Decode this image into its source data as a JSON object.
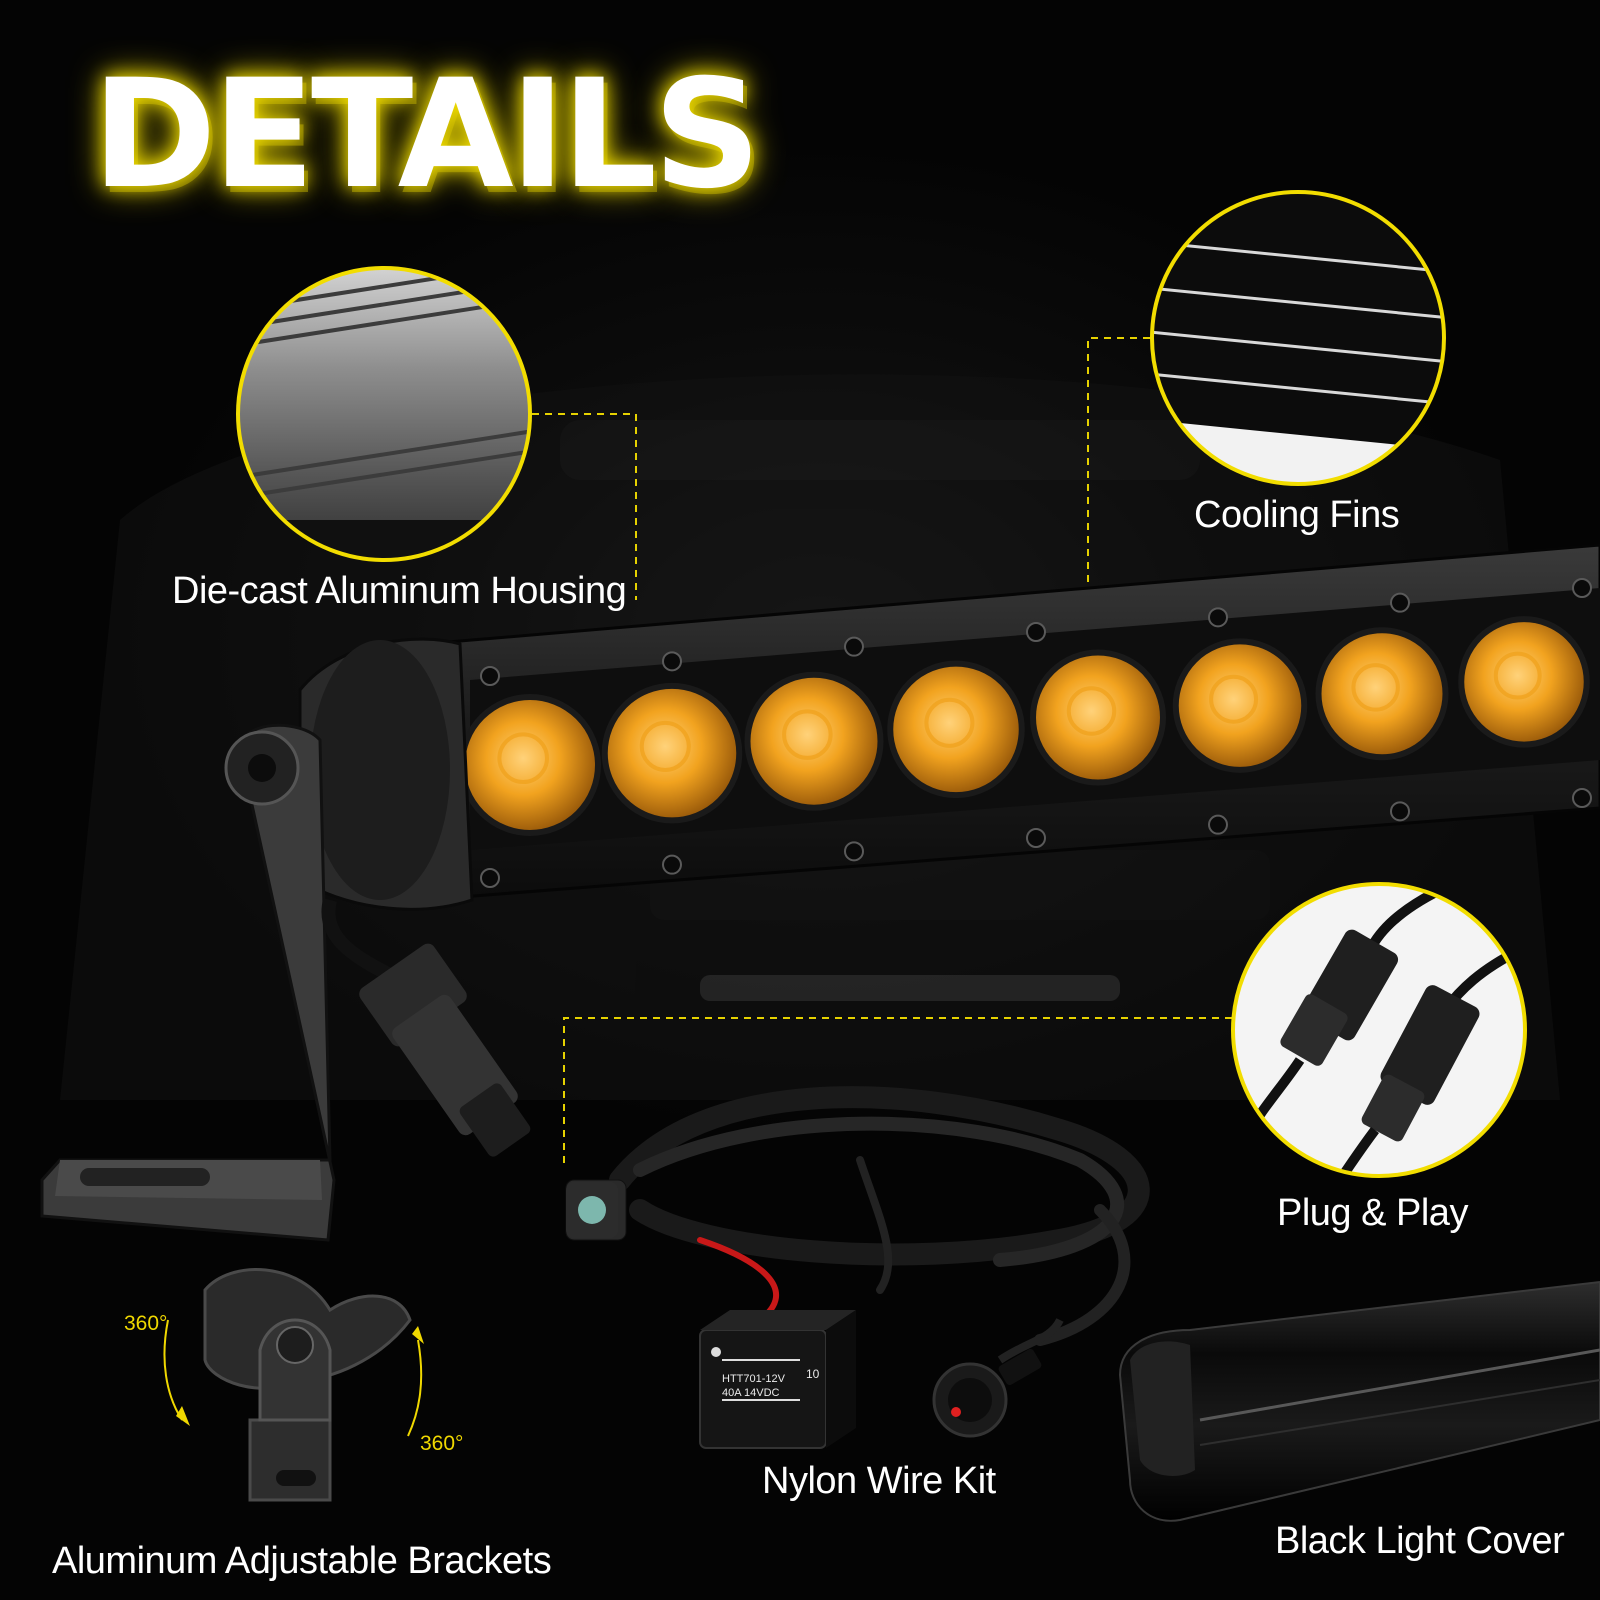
{
  "header": {
    "title": "DETAILS"
  },
  "features": {
    "housing": "Die-cast Aluminum Housing",
    "cooling": "Cooling Fins",
    "plug": "Plug & Play",
    "bracket": "Aluminum Adjustable Brackets",
    "wire": "Nylon Wire Kit",
    "cover": "Black Light Cover"
  },
  "rotation": {
    "left": "360°",
    "right": "360°"
  },
  "relay_print": {
    "line1": "HTT701-12V",
    "line2": "40A 14VDC",
    "mark": "10"
  },
  "colors": {
    "accent": "#f5e100",
    "amber": "#f0a21e",
    "label": "#ffffff"
  }
}
